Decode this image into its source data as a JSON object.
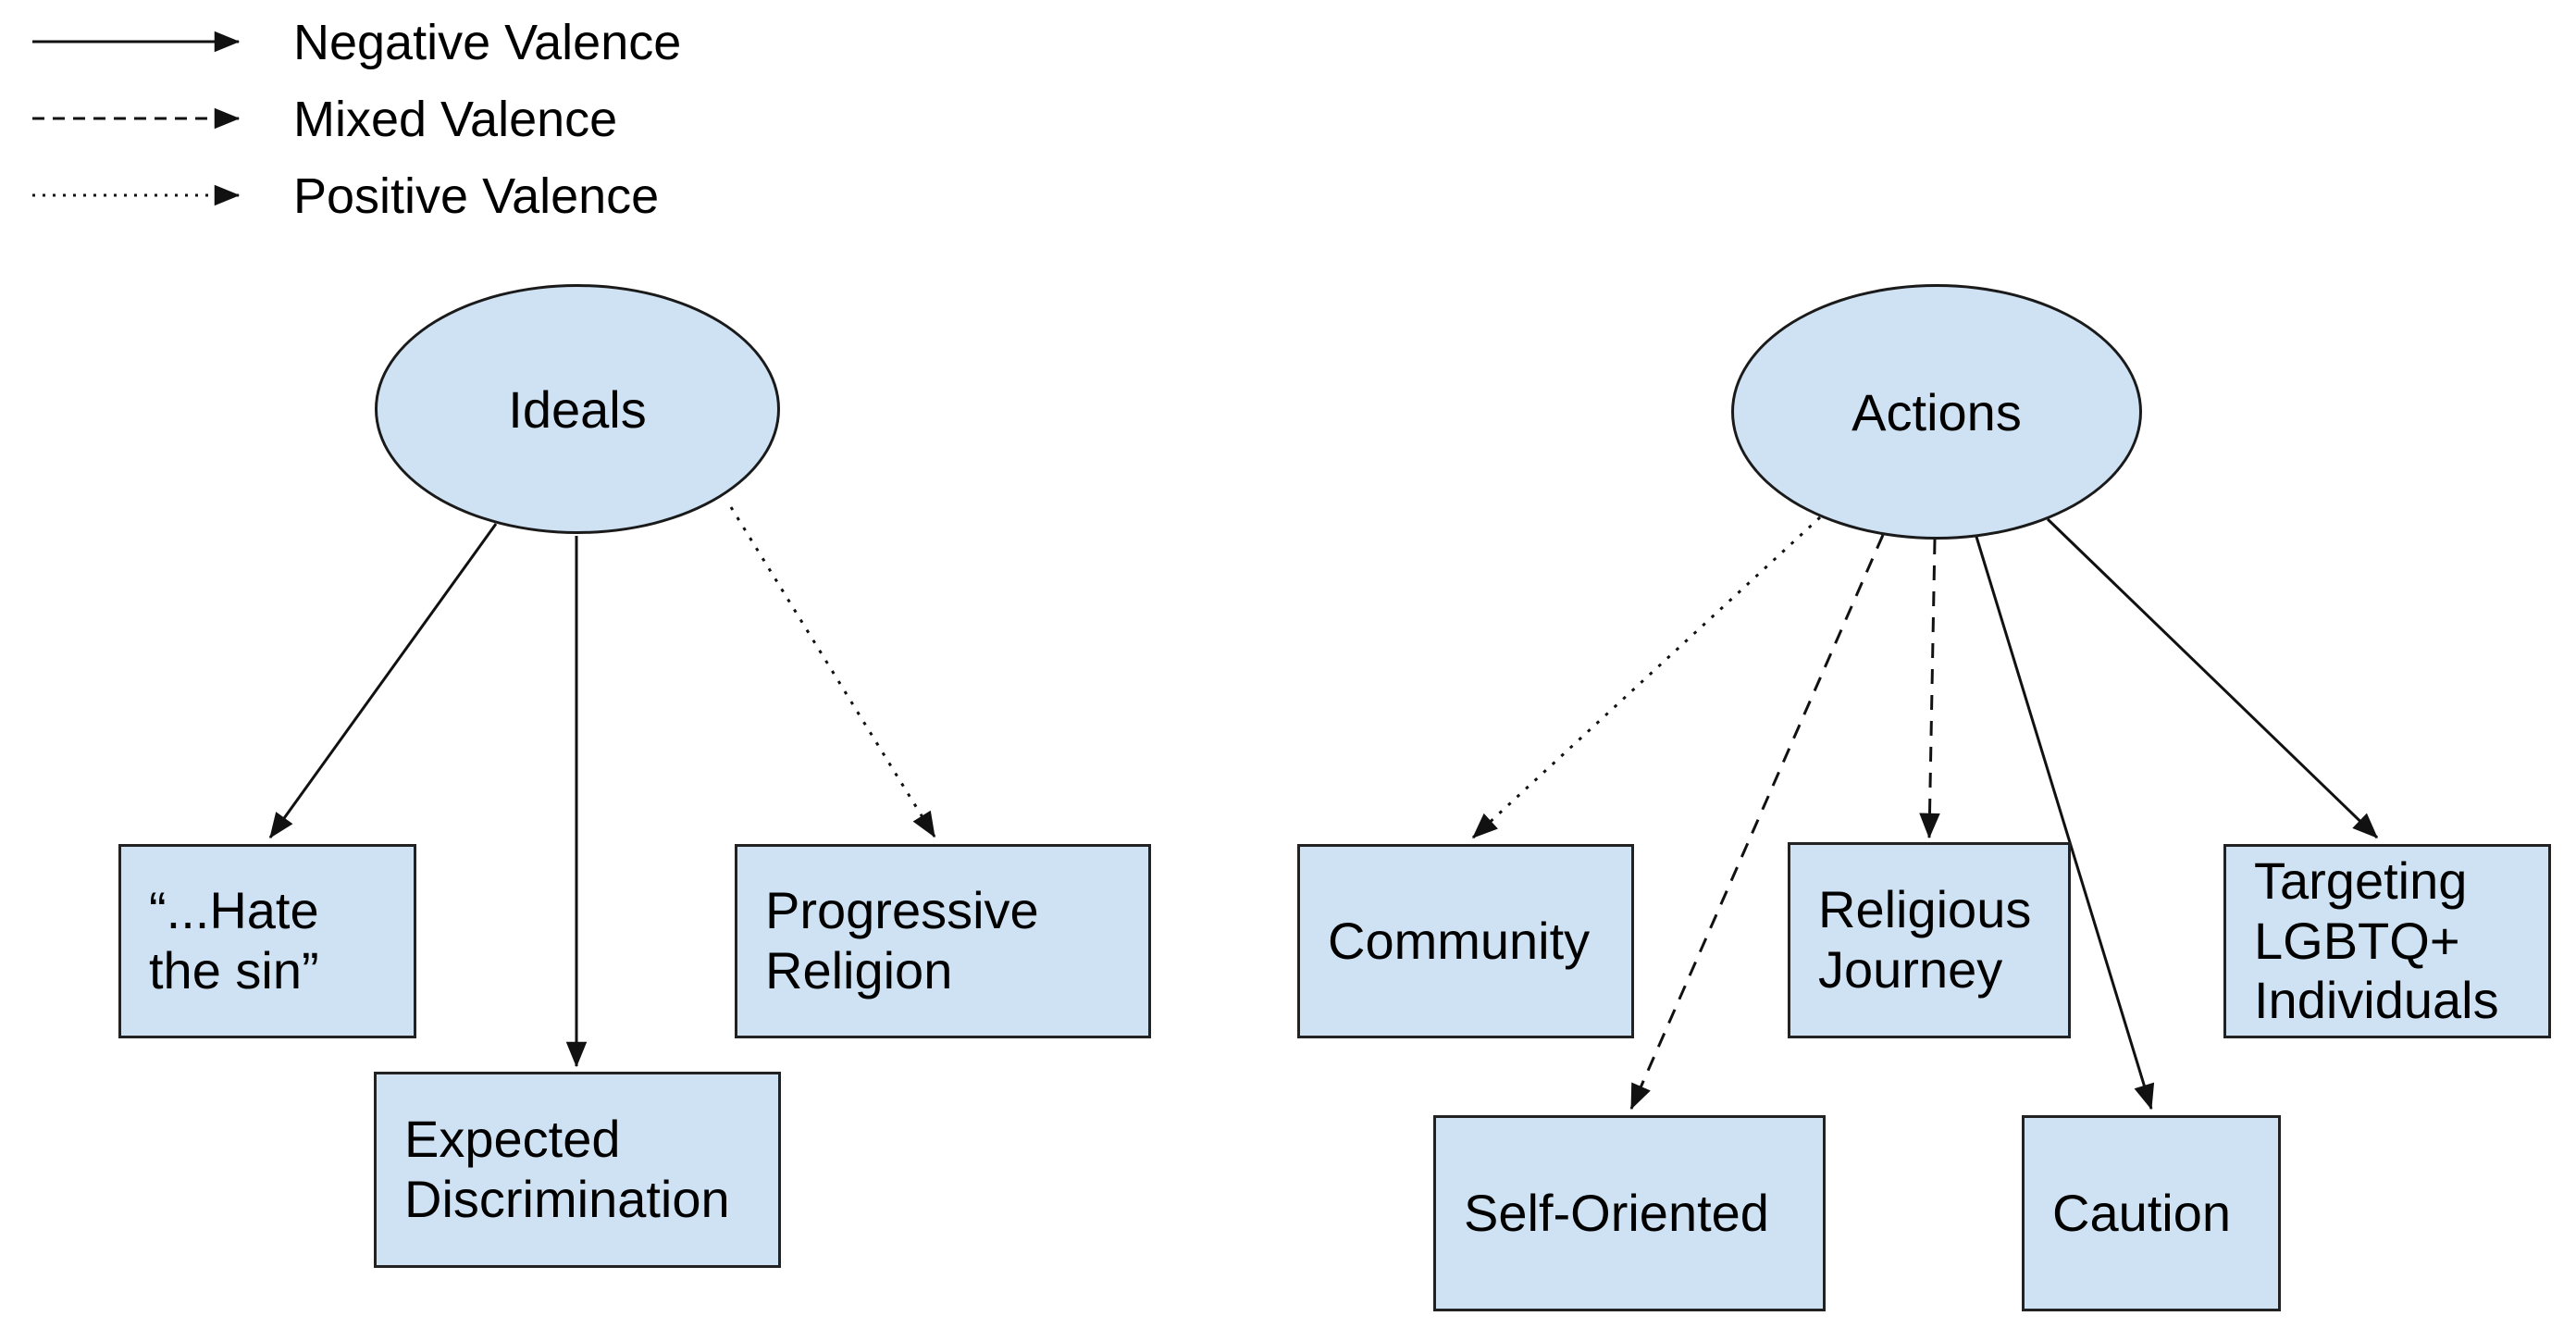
{
  "legend": {
    "items": [
      {
        "style": "solid",
        "label": "Negative Valence"
      },
      {
        "style": "dashed",
        "label": "Mixed Valence"
      },
      {
        "style": "dotted",
        "label": "Positive Valence"
      }
    ]
  },
  "nodes": {
    "ideals": {
      "label": "Ideals"
    },
    "actions": {
      "label": "Actions"
    }
  },
  "boxes": {
    "hate_the_sin": {
      "label": "“...Hate\nthe sin”"
    },
    "progressive_religion": {
      "label": "Progressive\nReligion"
    },
    "expected_discrimination": {
      "label": "Expected\nDiscrimination"
    },
    "community": {
      "label": "Community"
    },
    "religious_journey": {
      "label": "Religious\nJourney"
    },
    "targeting_lgbtq": {
      "label": "Targeting\nLGBTQ+\nIndividuals"
    },
    "self_oriented": {
      "label": "Self-Oriented"
    },
    "caution": {
      "label": "Caution"
    }
  },
  "edges": [
    {
      "from": "Ideals",
      "to": "“...Hate the sin”",
      "valence": "Negative",
      "style": "solid"
    },
    {
      "from": "Ideals",
      "to": "Expected Discrimination",
      "valence": "Negative",
      "style": "solid"
    },
    {
      "from": "Ideals",
      "to": "Progressive Religion",
      "valence": "Positive",
      "style": "dotted"
    },
    {
      "from": "Actions",
      "to": "Community",
      "valence": "Positive",
      "style": "dotted"
    },
    {
      "from": "Actions",
      "to": "Self-Oriented",
      "valence": "Mixed",
      "style": "dashed"
    },
    {
      "from": "Actions",
      "to": "Religious Journey",
      "valence": "Mixed",
      "style": "dashed"
    },
    {
      "from": "Actions",
      "to": "Caution",
      "valence": "Negative",
      "style": "solid"
    },
    {
      "from": "Actions",
      "to": "Targeting LGBTQ+ Individuals",
      "valence": "Negative",
      "style": "solid"
    }
  ],
  "colors": {
    "node_fill": "#cfe2f3",
    "node_border": "#1a1a1a",
    "line": "#111111",
    "text": "#000000",
    "background": "#ffffff"
  }
}
